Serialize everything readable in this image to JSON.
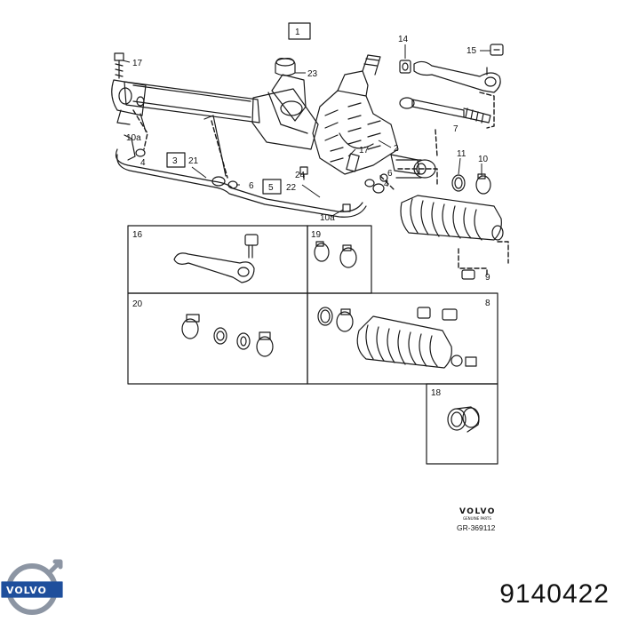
{
  "diagram": {
    "labels": {
      "l1": "1",
      "l2": "2",
      "l3": "3",
      "l4a": "4",
      "l4b": "4",
      "l5": "5",
      "l6a": "6",
      "l6b": "6",
      "l7": "7",
      "l8": "8",
      "l9": "9",
      "l10a_left": "10a",
      "l10a_bottom": "10a",
      "l10": "10",
      "l11": "11",
      "l14": "14",
      "l15": "15",
      "l16": "16",
      "l17a": "17",
      "l17b": "17",
      "l18": "18",
      "l19": "19",
      "l20": "20",
      "l21": "21",
      "l22": "22",
      "l23": "23",
      "l24": "24"
    },
    "brand_name": "VOLVO",
    "brand_subtitle": "GENUINE PARTS",
    "reference": "GR-369112",
    "logo_text": "VOLVO",
    "part_number": "9140422"
  },
  "colors": {
    "line": "#1a1a1a",
    "logo_blue": "#1f4f9c",
    "logo_ring": "#8c95a3"
  }
}
